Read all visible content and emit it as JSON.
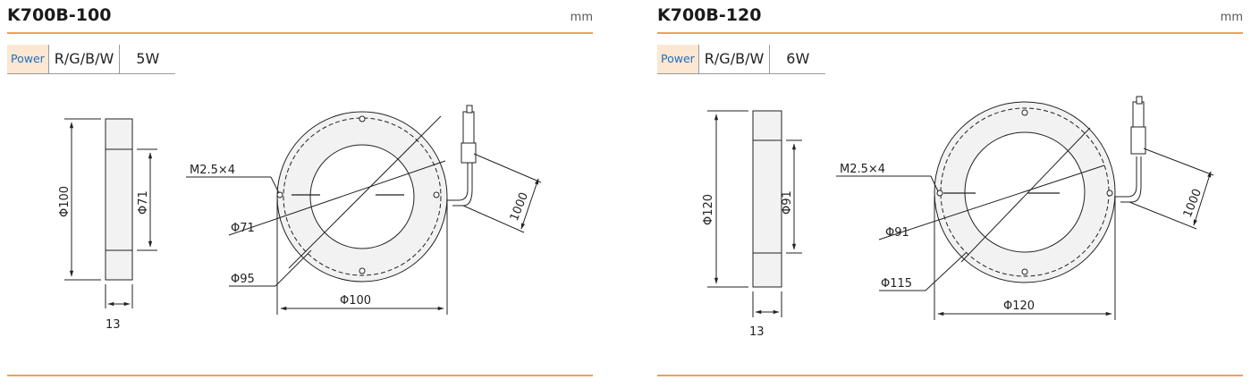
{
  "panels": [
    {
      "title": "K700B-100",
      "unit": "mm",
      "spec": {
        "label": "Power",
        "color": "R/G/B/W",
        "watt": "5W"
      },
      "dims": {
        "outer": "Φ100",
        "height": "Φ100",
        "inner_height": "Φ71",
        "thickness": "13",
        "screw": "M2.5×4",
        "inner": "Φ71",
        "pcd": "Φ95",
        "cable": "1000"
      }
    },
    {
      "title": "K700B-120",
      "unit": "mm",
      "spec": {
        "label": "Power",
        "color": "R/G/B/W",
        "watt": "6W"
      },
      "dims": {
        "outer": "Φ120",
        "height": "Φ120",
        "inner_height": "Φ91",
        "thickness": "13",
        "screw": "M2.5×4",
        "inner": "Φ91",
        "pcd": "Φ115",
        "cable": "1000"
      }
    }
  ],
  "colors": {
    "accent": "#f0a050",
    "power_bg": "#fce7d3",
    "power_text": "#1f6fb8"
  }
}
